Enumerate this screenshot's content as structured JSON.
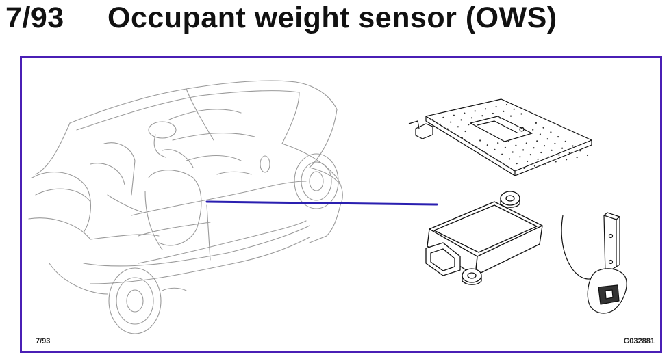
{
  "header": {
    "number": "7/93",
    "title": "Occupant weight sensor (OWS)"
  },
  "frame": {
    "footer_left": "7/93",
    "footer_right": "G032881",
    "border_color": "#4a1fb5",
    "leader_color": "#2a1fb0"
  }
}
